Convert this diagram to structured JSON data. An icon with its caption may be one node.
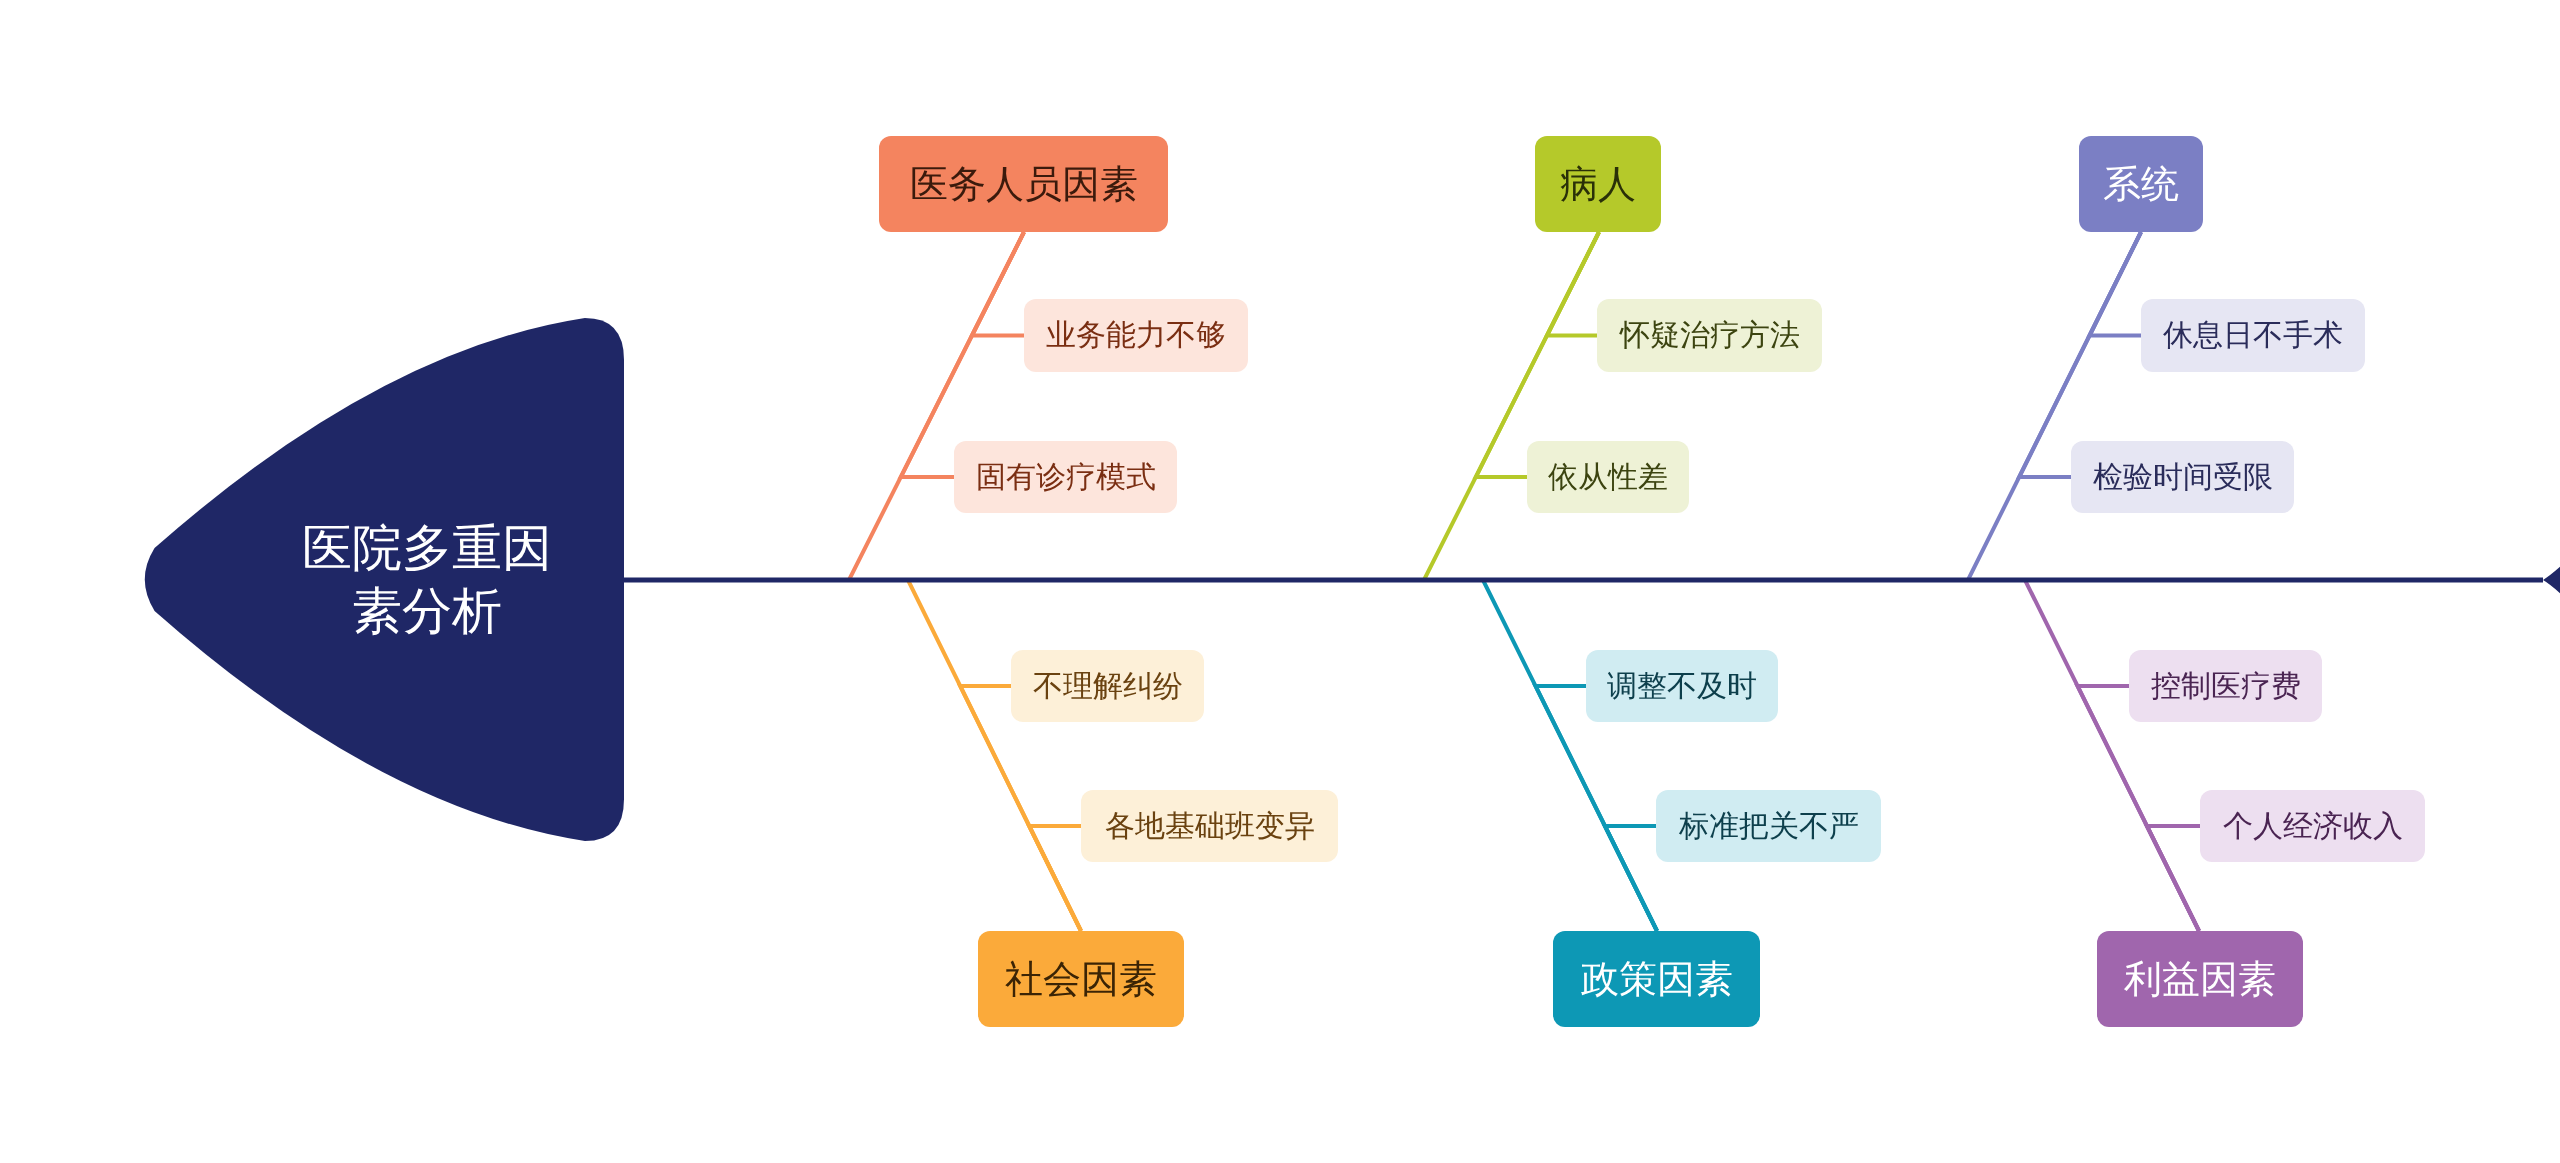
{
  "diagram": {
    "nodes": [
      {
        "text": [
          "医院多重因素分析"
        ]
      },
      {
        "text": [
          "医务人员因素"
        ]
      },
      {
        "text": [
          "业务能力不够"
        ]
      },
      {
        "text": [
          "固有诊疗模式"
        ]
      },
      {
        "text": [
          "病人"
        ]
      },
      {
        "text": [
          "怀疑治疗方法"
        ]
      },
      {
        "text": [
          "依从性差"
        ]
      },
      {
        "text": [
          "系统"
        ]
      },
      {
        "text": [
          "休息日不手术"
        ]
      },
      {
        "text": [
          "检验时间受限"
        ]
      },
      {
        "text": [
          "社会因素"
        ]
      },
      {
        "text": [
          "不理解纠纷"
        ]
      },
      {
        "text": [
          "各地基础班变异"
        ]
      },
      {
        "text": [
          "政策因素"
        ]
      },
      {
        "text": [
          "调整不及时"
        ]
      },
      {
        "text": [
          "标准把关不严"
        ]
      },
      {
        "text": [
          "利益因素"
        ]
      },
      {
        "text": [
          "控制医疗费"
        ]
      },
      {
        "text": [
          "个人经济收入"
        ]
      },
      {
        "text": [],
        "shape": "triangle"
      }
    ],
    "edges": [
      {
        "from": 19,
        "to": 0,
        "arrow": "none",
        "color": "#1f2766"
      },
      {
        "from": 1,
        "to": 0,
        "arrow": "none",
        "color": "#f4845f"
      },
      {
        "from": 2,
        "to": 1,
        "arrow": "none",
        "color": "#f4845f"
      },
      {
        "from": 3,
        "to": 1,
        "arrow": "none",
        "color": "#f4845f"
      },
      {
        "from": 4,
        "to": 0,
        "arrow": "none",
        "color": "#b5c92a"
      },
      {
        "from": 5,
        "to": 4,
        "arrow": "none",
        "color": "#b5c92a"
      },
      {
        "from": 6,
        "to": 4,
        "arrow": "none",
        "color": "#b5c92a"
      },
      {
        "from": 7,
        "to": 0,
        "arrow": "none",
        "color": "#7b7fc4"
      },
      {
        "from": 8,
        "to": 7,
        "arrow": "none",
        "color": "#7b7fc4"
      },
      {
        "from": 9,
        "to": 7,
        "arrow": "none",
        "color": "#7b7fc4"
      },
      {
        "from": 10,
        "to": 0,
        "arrow": "none",
        "color": "#fbaa3a"
      },
      {
        "from": 11,
        "to": 10,
        "arrow": "none",
        "color": "#fbaa3a"
      },
      {
        "from": 12,
        "to": 10,
        "arrow": "none",
        "color": "#fbaa3a"
      },
      {
        "from": 13,
        "to": 0,
        "arrow": "none",
        "color": "#0d98b5"
      },
      {
        "from": 14,
        "to": 13,
        "arrow": "none",
        "color": "#0d98b5"
      },
      {
        "from": 15,
        "to": 13,
        "arrow": "none",
        "color": "#0d98b5"
      },
      {
        "from": 16,
        "to": 0,
        "arrow": "none",
        "color": "#a066ad"
      },
      {
        "from": 17,
        "to": 16,
        "arrow": "none",
        "color": "#a066ad"
      },
      {
        "from": 18,
        "to": 16,
        "arrow": "none",
        "color": "#a066ad"
      }
    ]
  }
}
